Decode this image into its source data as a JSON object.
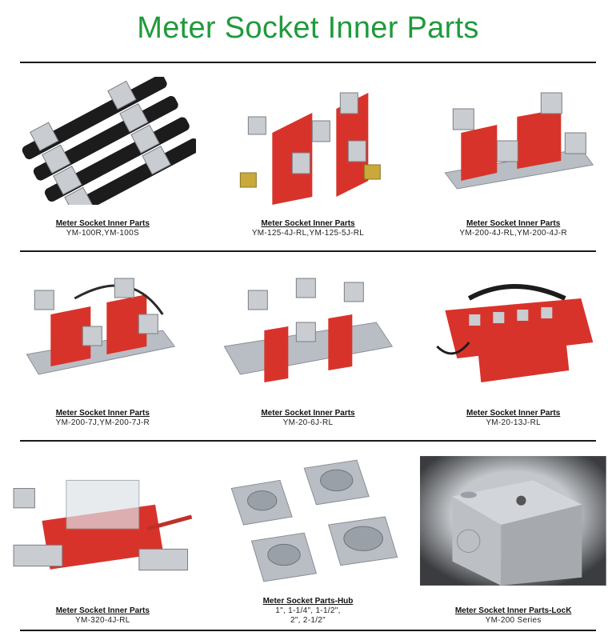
{
  "page": {
    "title": "Meter Socket Inner Parts"
  },
  "rows": [
    [
      {
        "title": "Meter Socket Inner Parts",
        "models": [
          "YM-100R,YM-100S"
        ]
      },
      {
        "title": "Meter Socket Inner Parts",
        "models": [
          "YM-125-4J-RL,YM-125-5J-RL"
        ]
      },
      {
        "title": "Meter Socket Inner Parts",
        "models": [
          "YM-200-4J-RL,YM-200-4J-R"
        ]
      }
    ],
    [
      {
        "title": "Meter Socket Inner Parts",
        "models": [
          "YM-200-7J,YM-200-7J-R"
        ]
      },
      {
        "title": "Meter Socket Inner Parts",
        "models": [
          "YM-20-6J-RL"
        ]
      },
      {
        "title": "Meter Socket Inner Parts",
        "models": [
          "YM-20-13J-RL"
        ]
      }
    ],
    [
      {
        "title": "Meter Socket Inner Parts",
        "models": [
          "YM-320-4J-RL"
        ]
      },
      {
        "title": "Meter Socket Parts-Hub",
        "models": [
          "1\", 1-1/4\", 1-1/2\",",
          "2\", 2-1/2\""
        ]
      },
      {
        "title": "Meter Socket Inner Parts-LocK",
        "models": [
          "YM-200 Series"
        ]
      }
    ]
  ],
  "colors": {
    "title_green": "#1f9a3c",
    "rule": "#1a1a1a",
    "red_base": "#d8332b",
    "black_base": "#1c1c1c",
    "metal": "#c9ccd0"
  }
}
